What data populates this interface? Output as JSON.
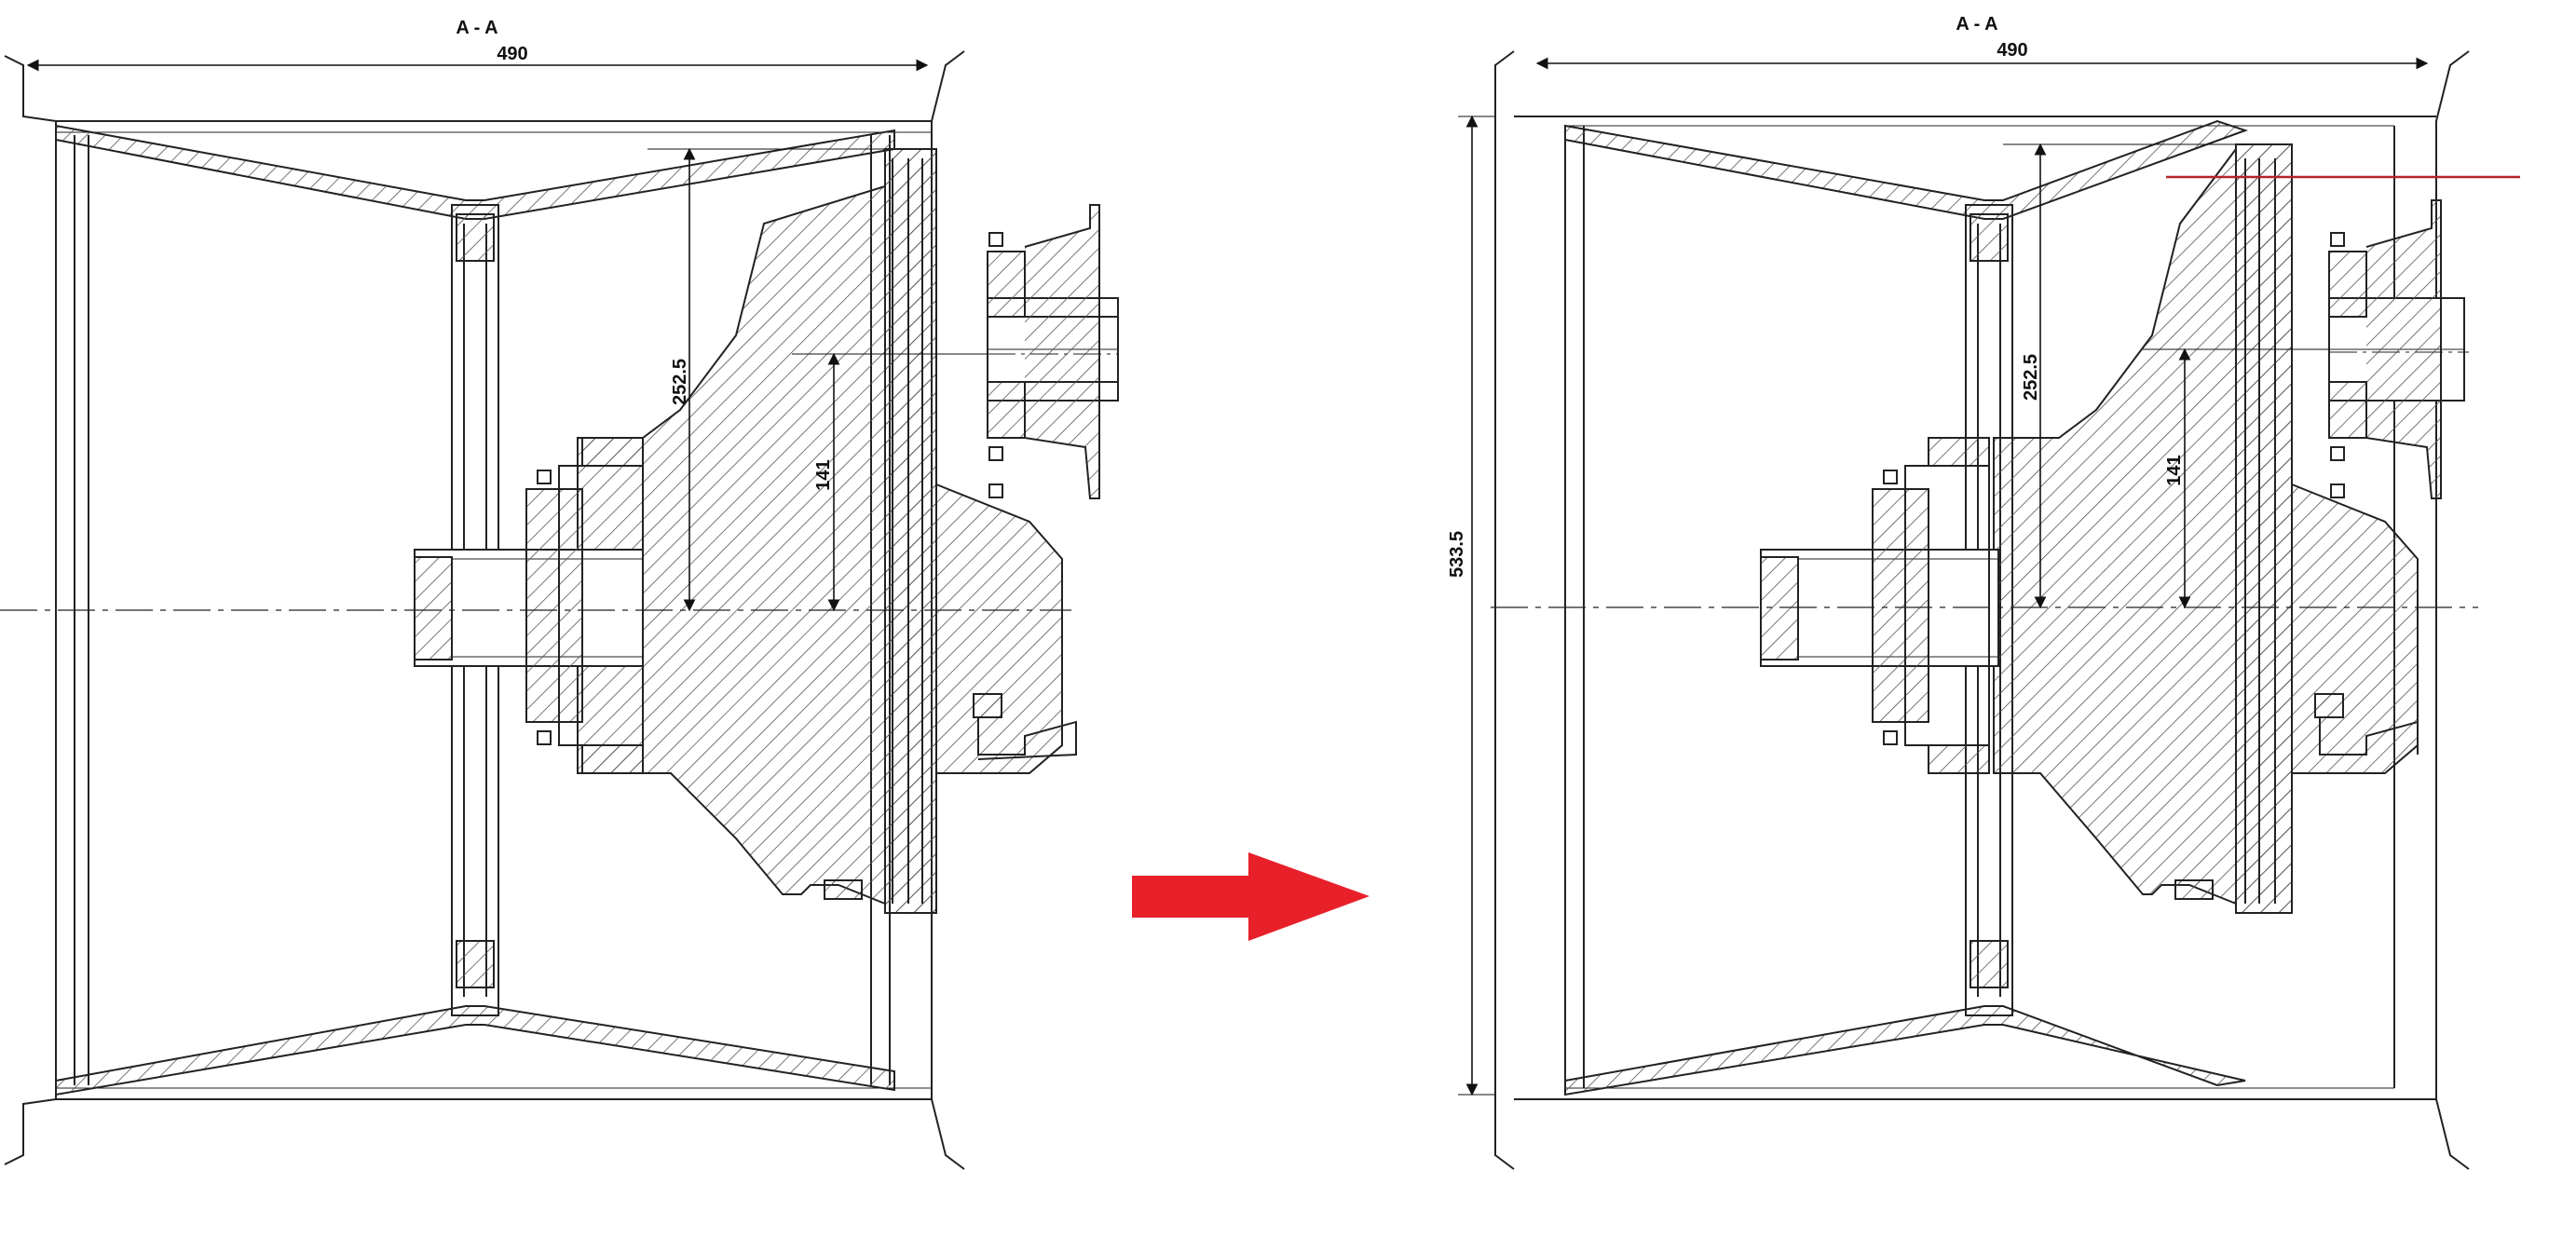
{
  "left_drawing": {
    "section_label": "A - A",
    "dim_width": "490",
    "dim_hub_radius": "252.5",
    "dim_shaft_radius": "141"
  },
  "right_drawing": {
    "section_label": "A - A",
    "dim_width": "490",
    "dim_hub_radius": "252.5",
    "dim_shaft_radius": "141",
    "dim_height": "533.5"
  },
  "arrow": {
    "color": "#e8202a",
    "direction": "right"
  },
  "markup_line": {
    "color": "#b3242a"
  }
}
